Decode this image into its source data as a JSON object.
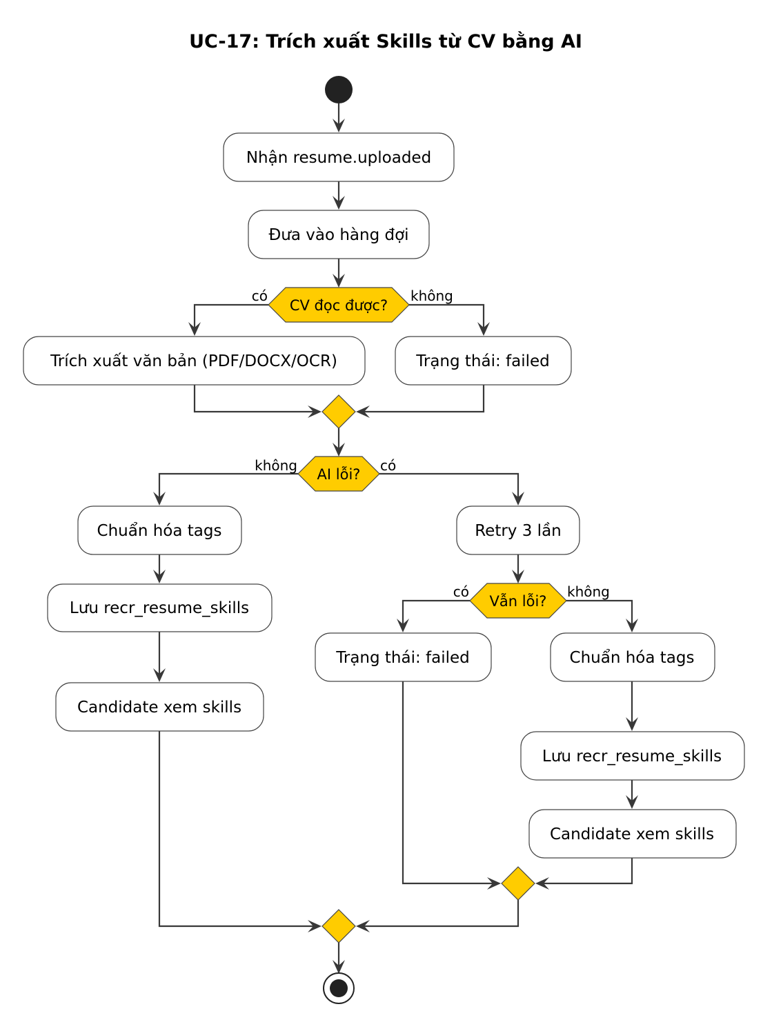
{
  "title": "UC-17: Trích xuất Skills từ CV bằng AI",
  "colors": {
    "decision_fill": "#FFCC00",
    "node_stroke": "#444444",
    "edge": "#383838",
    "terminal": "#222222"
  },
  "nodes": {
    "receive": "Nhận resume.uploaded",
    "queue": "Đưa vào hàng đợi",
    "extract_text": "Trích xuất văn bản (PDF/DOCX/OCR)",
    "status_failed_1": "Trạng thái: failed",
    "normalize_1": "Chuẩn hóa tags",
    "save_1": "Lưu recr_resume_skills",
    "view_1": "Candidate xem skills",
    "retry": "Retry 3 lần",
    "status_failed_2": "Trạng thái: failed",
    "normalize_2": "Chuẩn hóa tags",
    "save_2": "Lưu recr_resume_skills",
    "view_2": "Candidate xem skills"
  },
  "decisions": {
    "cv_readable": {
      "label": "CV đọc được?",
      "yes": "có",
      "no": "không"
    },
    "ai_error": {
      "label": "AI lỗi?",
      "no": "không",
      "yes": "có"
    },
    "still_error": {
      "label": "Vẫn lỗi?",
      "yes": "có",
      "no": "không"
    }
  }
}
